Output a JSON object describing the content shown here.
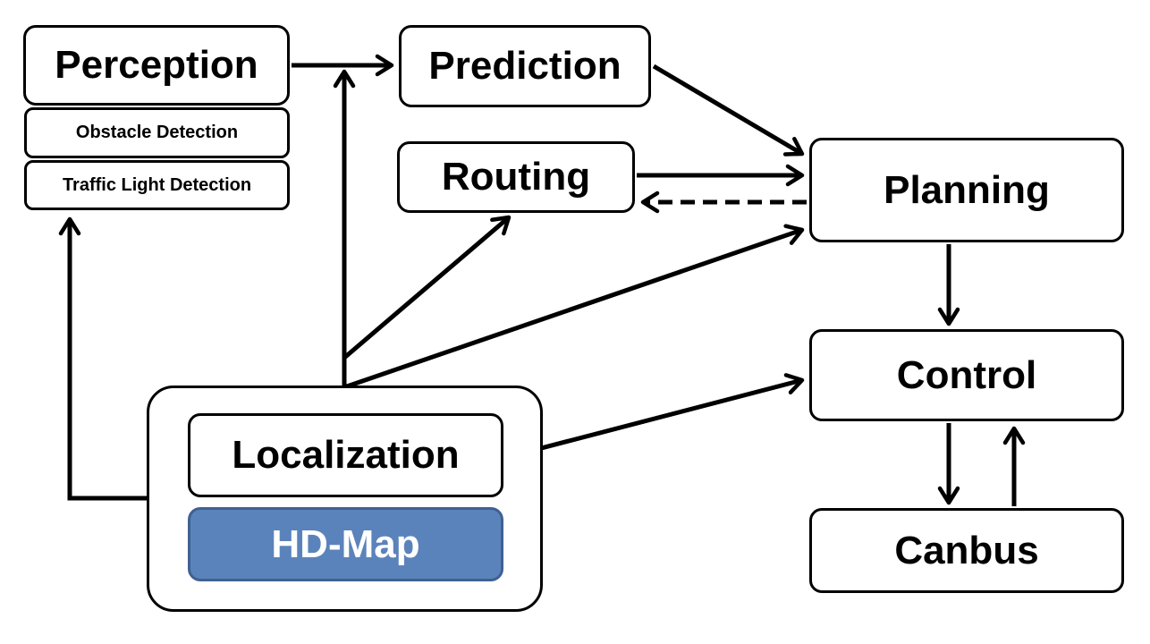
{
  "diagram": {
    "nodes": {
      "perception": "Perception",
      "obstacle_detection": "Obstacle Detection",
      "traffic_light_detection": "Traffic Light Detection",
      "prediction": "Prediction",
      "routing": "Routing",
      "planning": "Planning",
      "control": "Control",
      "canbus": "Canbus",
      "localization": "Localization",
      "hd_map": "HD-Map"
    },
    "edges": [
      {
        "from": "perception",
        "to": "prediction",
        "style": "solid"
      },
      {
        "from": "prediction",
        "to": "planning",
        "style": "solid"
      },
      {
        "from": "routing",
        "to": "planning",
        "style": "solid"
      },
      {
        "from": "planning",
        "to": "routing",
        "style": "dashed"
      },
      {
        "from": "localization",
        "to": "perception",
        "style": "solid"
      },
      {
        "from": "localization",
        "to": "prediction",
        "style": "solid"
      },
      {
        "from": "localization",
        "to": "routing",
        "style": "solid"
      },
      {
        "from": "localization",
        "to": "planning",
        "style": "solid"
      },
      {
        "from": "localization",
        "to": "control",
        "style": "solid"
      },
      {
        "from": "planning",
        "to": "control",
        "style": "solid"
      },
      {
        "from": "control",
        "to": "canbus",
        "style": "solid"
      },
      {
        "from": "canbus",
        "to": "control",
        "style": "solid"
      }
    ],
    "colors": {
      "line": "#000000",
      "hd_map_fill": "#5b83bb",
      "hd_map_border": "#3f6190",
      "hd_map_text": "#ffffff"
    }
  }
}
